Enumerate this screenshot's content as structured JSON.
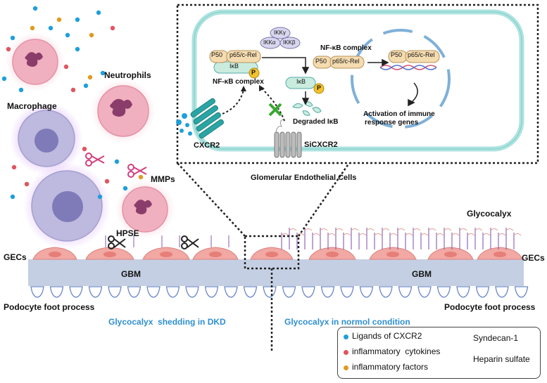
{
  "labels": {
    "neutrophils": "Neutrophils",
    "macrophage": "Macrophage",
    "mmps": "MMPs",
    "hpse": "HPSE",
    "glycocalyx": "Glycocalyx",
    "gecs_left": "GECs",
    "gecs_right": "GECs",
    "gbm_left": "GBM",
    "gbm_right": "GBM",
    "podocyte_left": "Podocyte foot process",
    "podocyte_right": "Podocyte foot process",
    "caption_left": "Glycocalyx  shedding in DKD",
    "caption_right": "Glycocalyx in normol condition",
    "glomerular_cells": "Glomerular Endothelial Cells"
  },
  "inset": {
    "p50_left": "P50",
    "p65_left": "p65/c-Rel",
    "ikb_left": "IκB",
    "p_left": "P",
    "nfkb_left": "NF-κB complex",
    "ikky": "IKKγ",
    "ikka": "IKKα",
    "ikkb": "IKKβ",
    "nfkb_right_title": "NF-κB complex",
    "p50_mid": "P50",
    "p65_mid": "p65/c-Rel",
    "ikb_free": "IκB",
    "p_free": "P",
    "degraded": "Degraded IκB",
    "p50_nuc": "P50",
    "p65_nuc": "p65/c-Rel",
    "activation_1": "Activation of immune",
    "activation_2": "response genes",
    "cxcr2": "CXCR2",
    "sicxcr2": "SiCXCR2"
  },
  "legend": {
    "ligands": "Ligands of CXCR2",
    "cytokines": "inflammatory  cytokines",
    "factors": "inflammatory factors",
    "syndecan": "Syndecan-1",
    "heparin": "Heparin sulfate"
  },
  "colors": {
    "ligand": "#1f9fd9",
    "cytokine": "#e05560",
    "factor": "#e09a20",
    "gbm": "#c4cfe3",
    "gec": "#f2a8a3",
    "cell_membrane": "#aee3df",
    "receptor": "#2aa5a5",
    "caption": "#2f8fd0"
  }
}
